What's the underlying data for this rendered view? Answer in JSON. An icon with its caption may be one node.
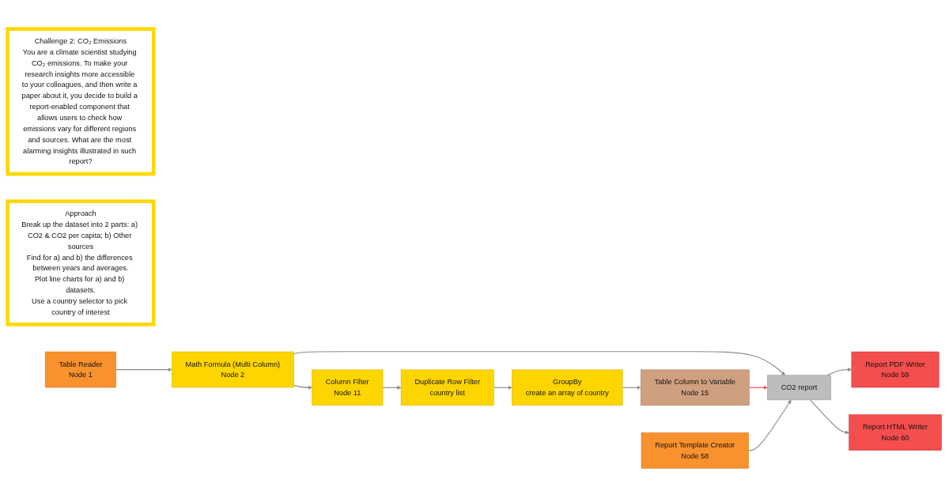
{
  "diagram": {
    "nodes": [
      {
        "text": [
          "Challenge 2: CO₂ Emissions",
          "You are a climate scientist studying CO₂ emissions. To make your research insights more accessible to your colleagues, and then write a paper about it, you decide to build a report-enabled component that allows users to check how emissions vary for different regions and sources. What are the most alarming insights illustrated in such report?"
        ]
      },
      {
        "text": [
          "Approach",
          "Break up the dataset into 2 parts: a) CO2 & CO2 per capita; b) Other sources",
          "Find for a) and b) the differences between years and averages.",
          "Plot line charts for a) and b) datasets.",
          "Use a country selector to pick country of interest"
        ]
      },
      {
        "text": [
          "Table Reader",
          "Node 1"
        ]
      },
      {
        "text": [
          "Math Formula (Multi Column)",
          "Node 2"
        ]
      },
      {
        "text": [
          "Column Filter",
          "Node 11"
        ]
      },
      {
        "text": [
          "Duplicate Row Filter",
          "country list"
        ]
      },
      {
        "text": [
          "GroupBy",
          "create an array of country"
        ]
      },
      {
        "text": [
          "Table Column to Variable",
          "Node 15"
        ]
      },
      {
        "text": [
          "CO2 report"
        ]
      },
      {
        "text": [
          "Report PDF Writer",
          "Node 59"
        ]
      },
      {
        "text": [
          "Report HTML Writer",
          "Node 60"
        ]
      },
      {
        "text": [
          "Report Template Creator",
          "Node 58"
        ]
      }
    ],
    "edges": [
      {
        "from": 2,
        "to": 3,
        "arrow": "to"
      },
      {
        "from": 3,
        "to": 4,
        "arrow": "to"
      },
      {
        "from": 3,
        "to": 8,
        "arrow": "to"
      },
      {
        "from": 4,
        "to": 5,
        "arrow": "to"
      },
      {
        "from": 5,
        "to": 6,
        "arrow": "to"
      },
      {
        "from": 6,
        "to": 7,
        "arrow": "to"
      },
      {
        "from": 7,
        "to": 8,
        "arrow": "to",
        "color": "#f44e4e"
      },
      {
        "from": 11,
        "to": 8,
        "arrow": "to"
      },
      {
        "from": 8,
        "to": 9,
        "arrow": "to"
      },
      {
        "from": 8,
        "to": 10,
        "arrow": "to"
      }
    ]
  }
}
